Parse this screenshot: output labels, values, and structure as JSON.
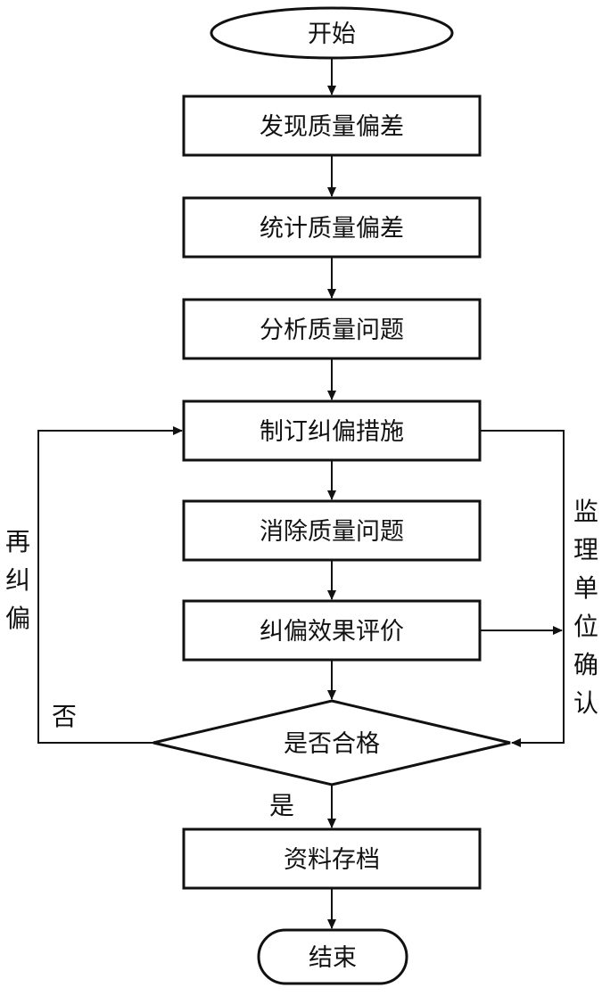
{
  "nodes": {
    "start": "开始",
    "find_deviation": "发现质量偏差",
    "count_deviation": "统计质量偏差",
    "analyze_problem": "分析质量问题",
    "make_measures": "制订纠偏措施",
    "eliminate_problem": "消除质量问题",
    "evaluate_effect": "纠偏效果评价",
    "qualified_decision": "是否合格",
    "archive": "资料存档",
    "end": "结束"
  },
  "labels": {
    "no": "否",
    "yes": "是",
    "re_correct": [
      "再",
      "纠",
      "偏"
    ],
    "supervisor_confirm": [
      "监",
      "理",
      "单",
      "位",
      "确",
      "认"
    ]
  }
}
